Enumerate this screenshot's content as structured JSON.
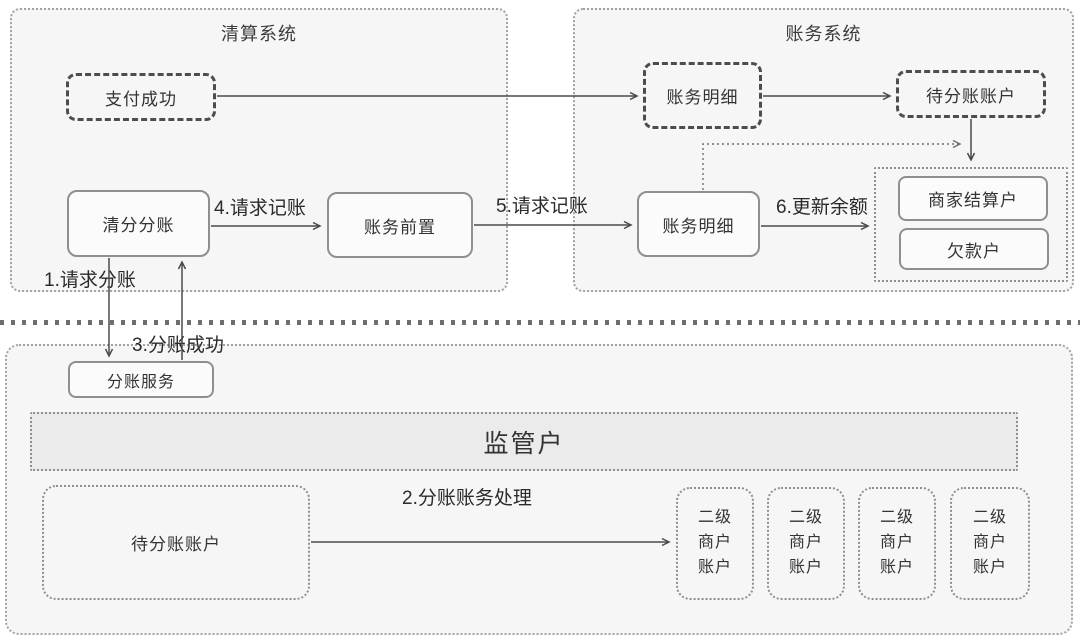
{
  "clearing_system": {
    "title": "清算系统",
    "pay_success": "支付成功",
    "clearing_split": "清分分账",
    "acct_front": "账务前置"
  },
  "accounting_system": {
    "title": "账务系统",
    "acct_detail_event": "账务明细",
    "pending_split_account": "待分账账户",
    "acct_detail": "账务明细",
    "merchant_settlement": "商家结算户",
    "debt_account": "欠款户"
  },
  "split_system": {
    "split_service": "分账服务",
    "supervision_account": "监管户",
    "pending_split_account": "待分账账户",
    "sub_merchant_account": "二级商户账户",
    "sub_merchant_account_lines": [
      "二级",
      "商户",
      "账户"
    ]
  },
  "flow_labels": {
    "step1": "1.请求分账",
    "step2": "2.分账账务处理",
    "step3": "3.分账成功",
    "step4": "4.请求记账",
    "step5": "5.请求记账",
    "step6": "6.更新余额"
  },
  "colors": {
    "container_fill": "#f6f6f6",
    "supervision_fill": "#ebebeb",
    "node_fill": "#fbfbfb",
    "border": "#8f8f8f",
    "event_border": "#4d4d4d",
    "arrow": "#4a4a4a",
    "text": "#333333"
  }
}
